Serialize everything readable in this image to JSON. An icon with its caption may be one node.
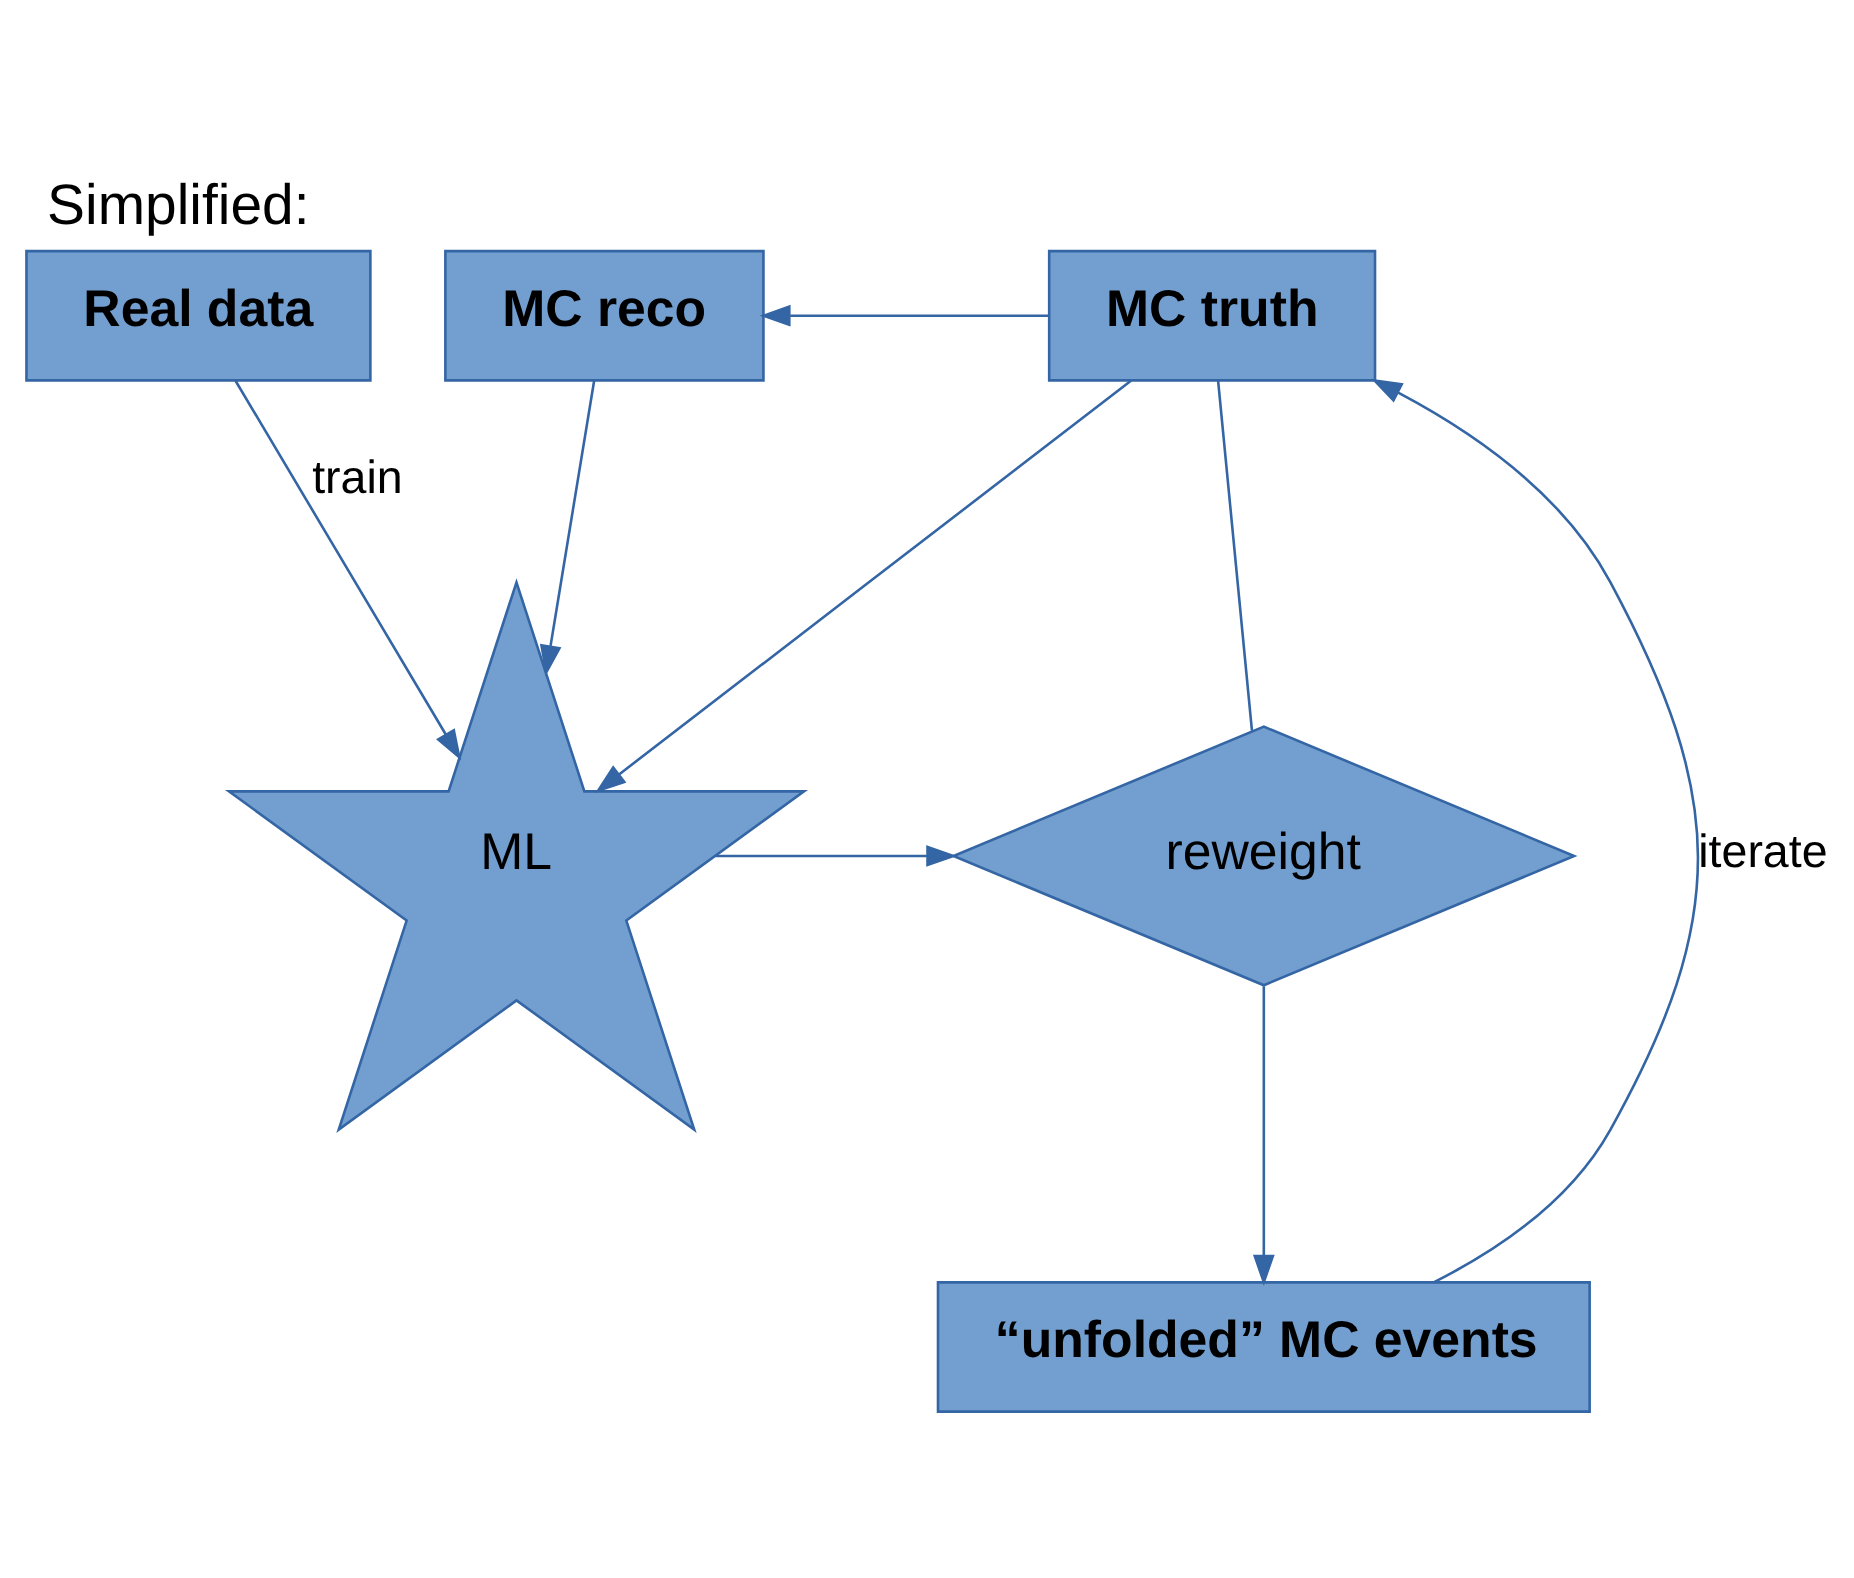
{
  "diagram": {
    "title": "Simplified:",
    "nodes": [
      {
        "text": [
          "Real data"
        ]
      },
      {
        "text": [
          "MC reco"
        ]
      },
      {
        "text": [
          "MC truth"
        ]
      },
      {
        "text": [
          "ML"
        ]
      },
      {
        "text": [
          "reweight"
        ]
      },
      {
        "text": [
          "“unfolded” MC events"
        ]
      }
    ],
    "edges": [
      {
        "from": 0,
        "to": 3,
        "arrow": "to",
        "label": "train"
      },
      {
        "from": 1,
        "to": 3,
        "arrow": "to"
      },
      {
        "from": 2,
        "to": 3,
        "arrow": "to"
      },
      {
        "from": 3,
        "to": 4,
        "arrow": "to"
      },
      {
        "from": 2,
        "to": 4,
        "arrow": "none"
      },
      {
        "from": 4,
        "to": 5,
        "arrow": "to"
      },
      {
        "from": 5,
        "to": 2,
        "arrow": "to",
        "label": "iterate"
      },
      {
        "from": 2,
        "to": 1,
        "arrow": "to"
      }
    ]
  }
}
